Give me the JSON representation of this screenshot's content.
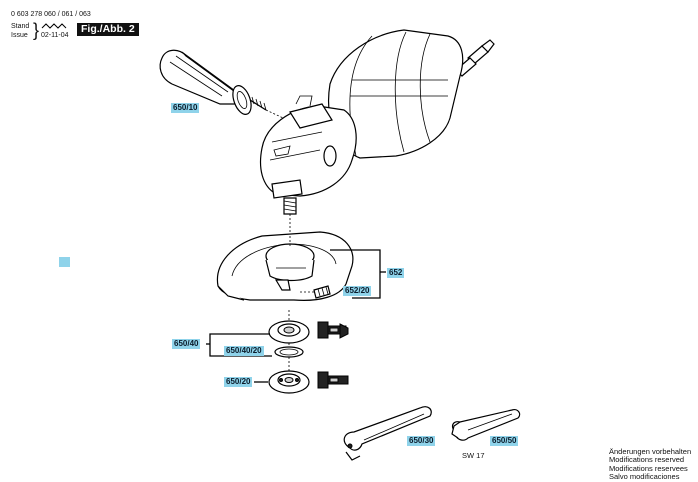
{
  "header": {
    "part_number": "0 603 278 060 / 061 / 063",
    "stand_label": "Stand",
    "issue_label": "Issue",
    "date": "02-11-04",
    "figure_label": "Fig./Abb. 2"
  },
  "callouts": {
    "handle": "650/10",
    "guard": "652",
    "guard_screw": "652/20",
    "inner_flange_group": "650/40",
    "inner_flange": "650/40/20",
    "clamping_nut": "650/20",
    "pin_spanner": "650/30",
    "open_spanner": "650/50"
  },
  "wrench_size": "SW 17",
  "notes": [
    "Änderungen vorbehalten",
    "Modifications reserved",
    "Modifications reservees",
    "Salvo modificaciones"
  ],
  "colors": {
    "highlight": "#8fd3ea",
    "line": "#000000",
    "fig_label_bg": "#111111"
  }
}
